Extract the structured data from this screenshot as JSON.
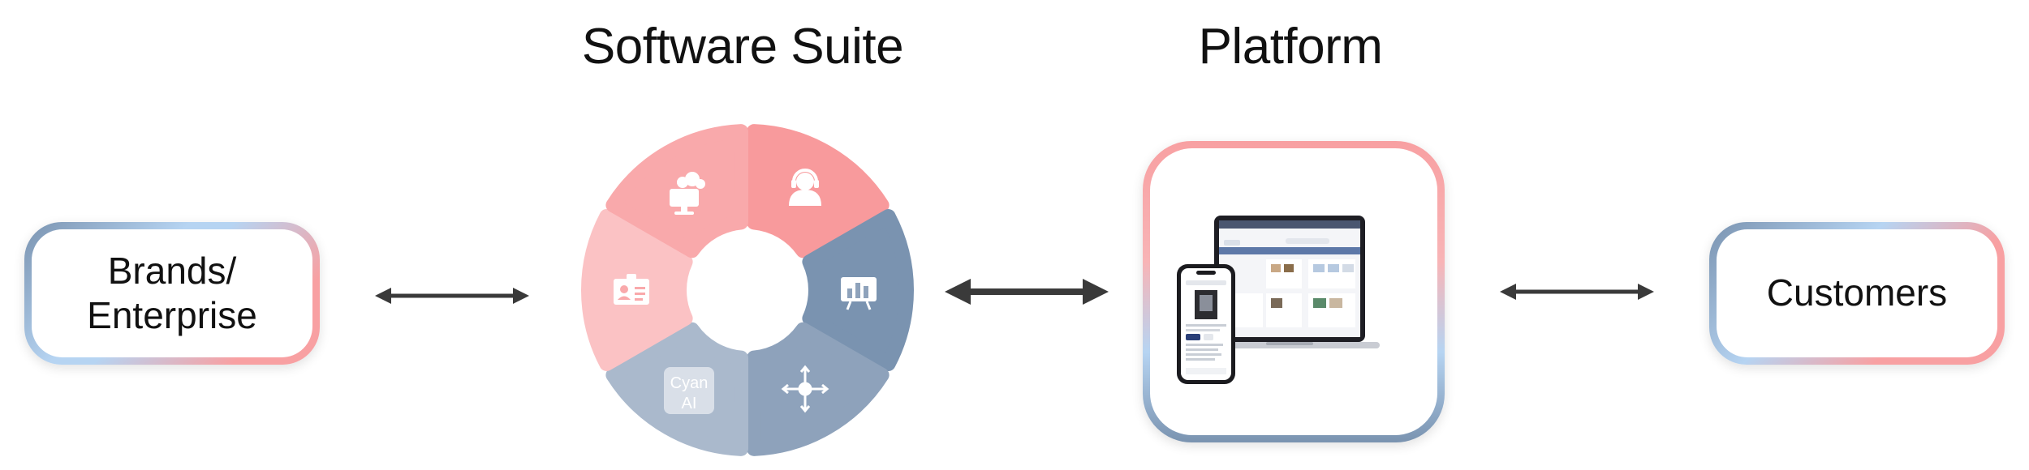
{
  "headings": {
    "software_suite": "Software Suite",
    "platform": "Platform"
  },
  "nodes": {
    "brands_line1": "Brands/",
    "brands_line2": "Enterprise",
    "customers": "Customers"
  },
  "wheel": {
    "segments": [
      {
        "name": "cloud-computer",
        "icon": "cloud-monitor-icon",
        "color": "#f89a9c"
      },
      {
        "name": "support-agent",
        "icon": "headset-person-icon",
        "color": "#7a93b0"
      },
      {
        "name": "analytics",
        "icon": "chart-board-icon",
        "color": "#8ea2bb"
      },
      {
        "name": "move-control",
        "icon": "move-hand-icon",
        "color": "#aab9cc"
      },
      {
        "name": "cyan-ai",
        "icon": "cyan-ai-badge",
        "color": "#fbc2c4"
      },
      {
        "name": "id-card",
        "icon": "id-card-icon",
        "color": "#f9a9ab"
      }
    ],
    "ai_badge_line1": "Cyan",
    "ai_badge_line2": "AI"
  },
  "colors": {
    "pink": "#f8a0a2",
    "light_blue": "#b6d4f2",
    "slate_blue": "#7a93b0",
    "arrow": "#3a3a3a"
  }
}
